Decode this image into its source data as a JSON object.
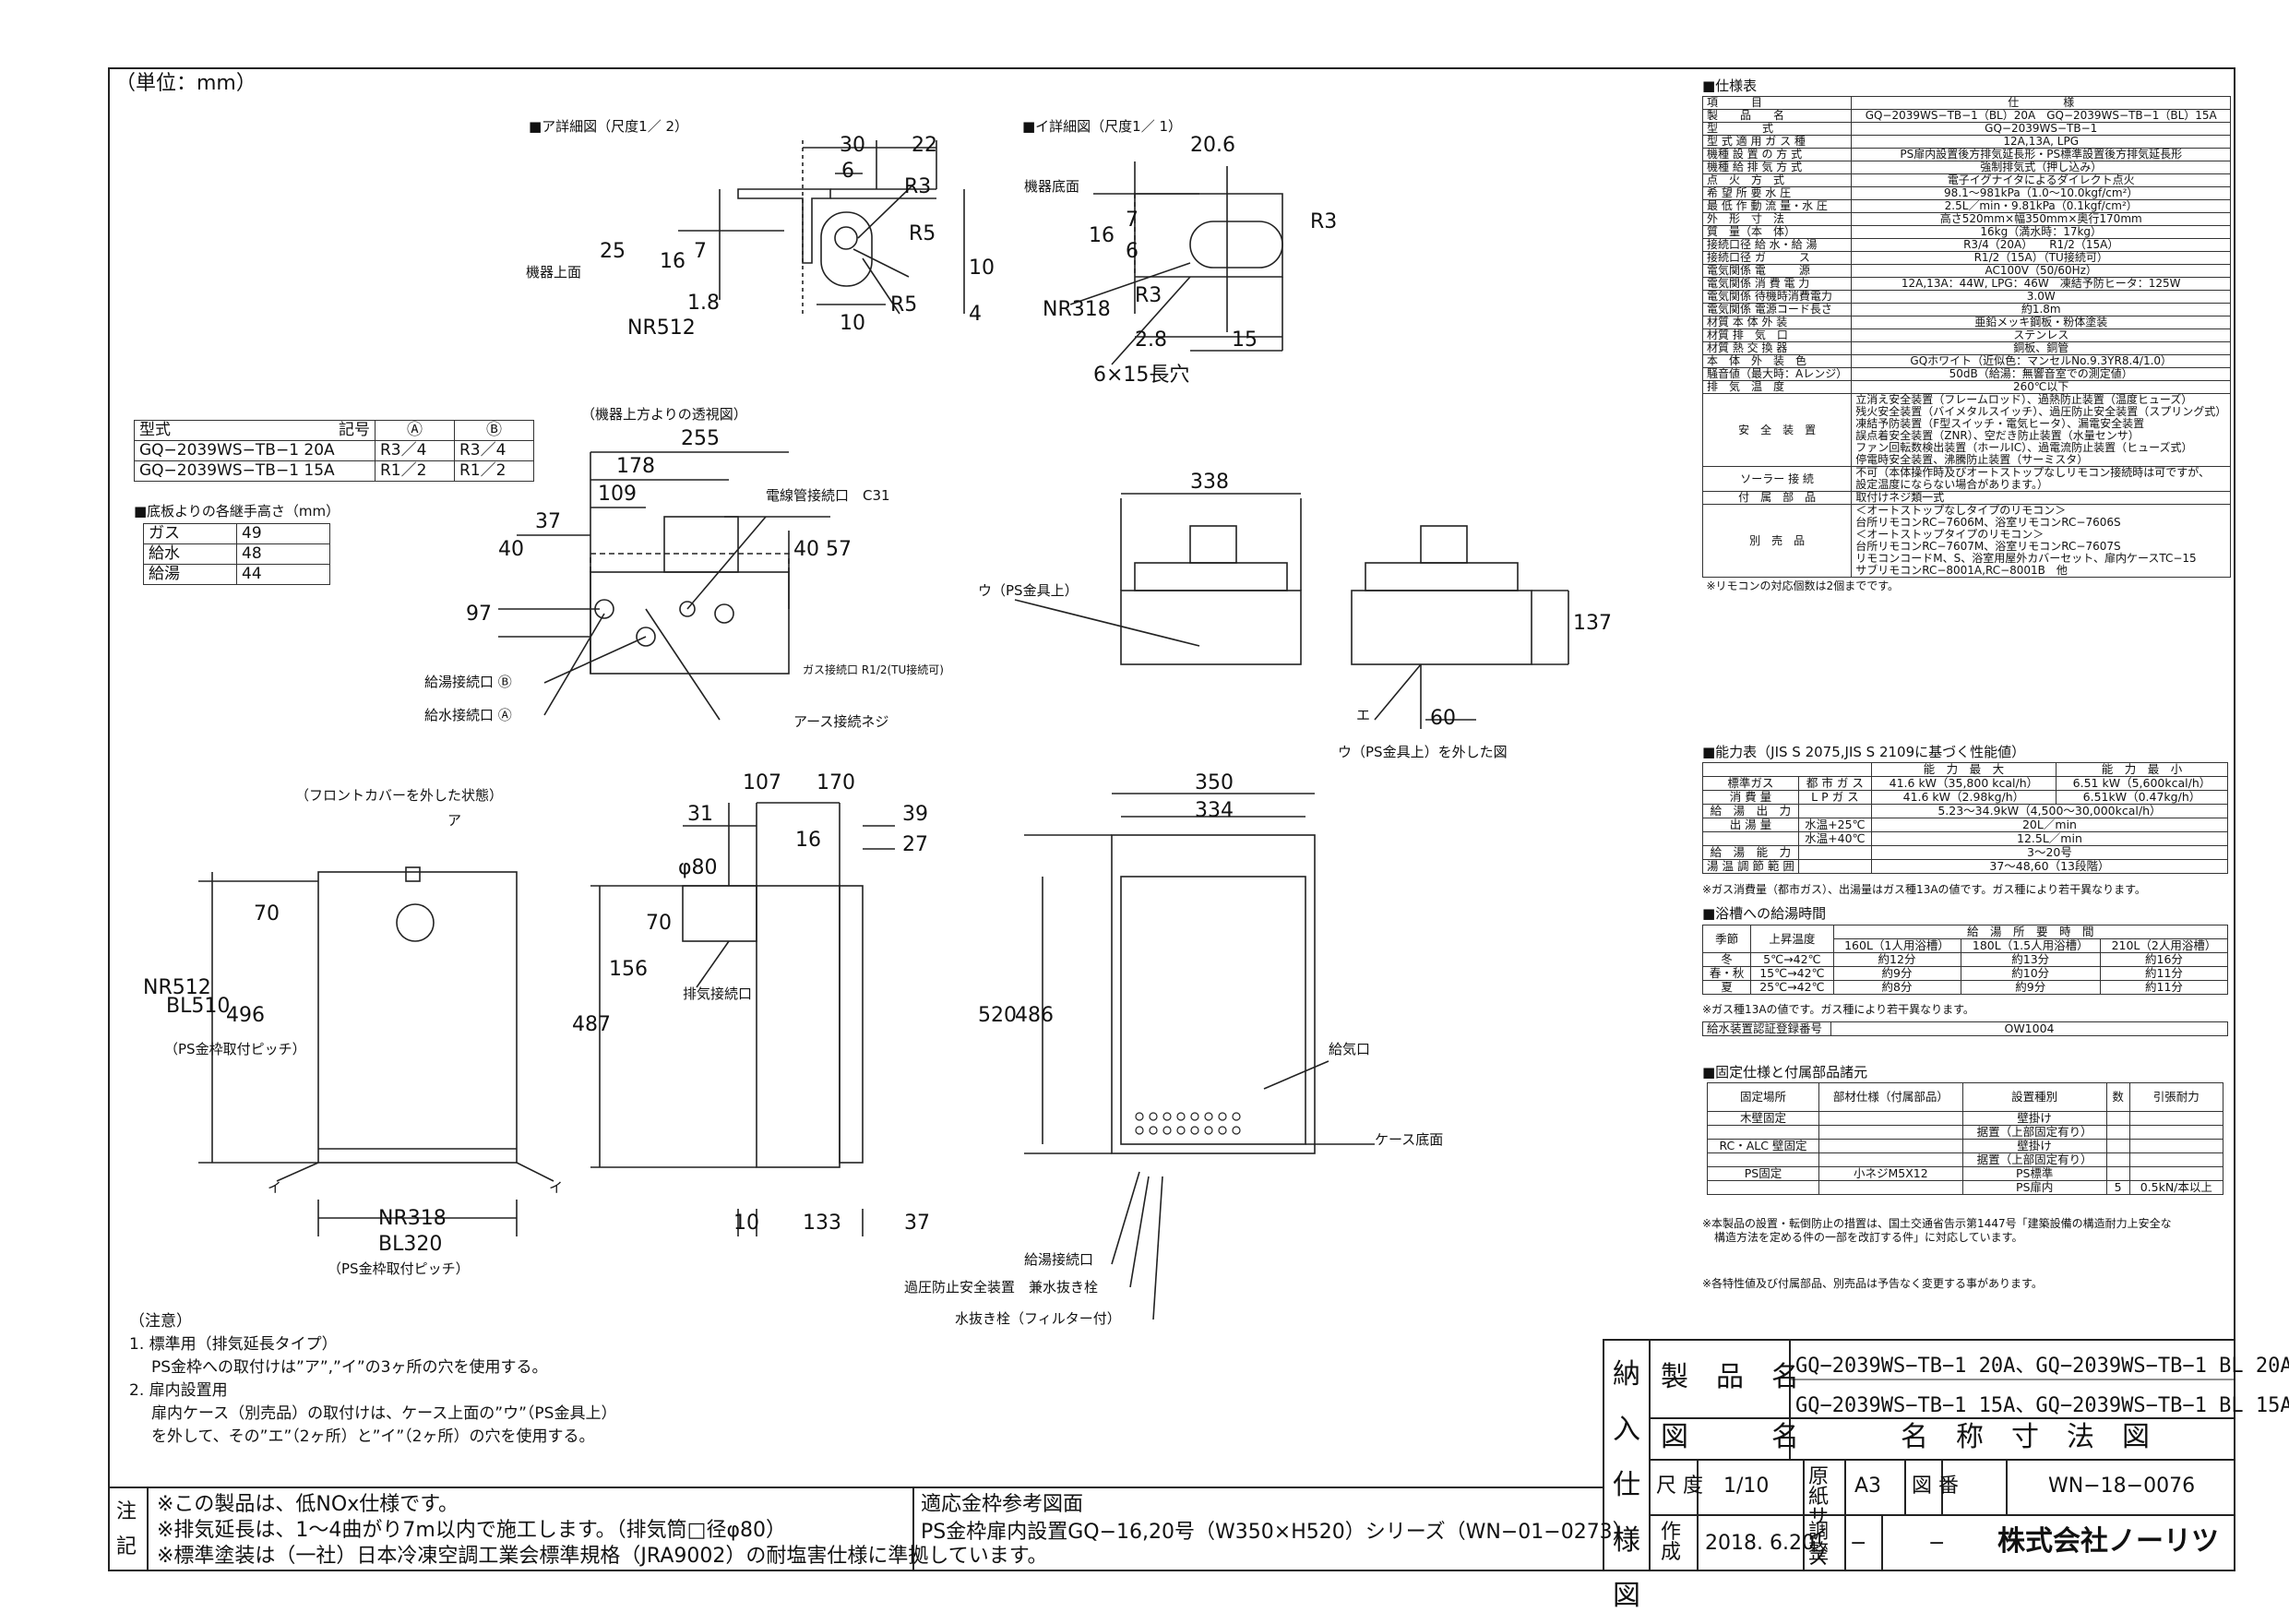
{
  "unit_label": "（単位：mm）",
  "detail_a": {
    "title": "■ア詳細図（尺度1／ 2）",
    "label_top": "機器上面",
    "d30": "30",
    "d22": "22",
    "d6": "6",
    "r3": "R3",
    "r5": "R5",
    "r5b": "R5",
    "d25": "25",
    "d16": "16",
    "d7": "7",
    "d18": "1.8",
    "d10": "10",
    "d10b": "10",
    "d4": "4",
    "nr512": "NR512"
  },
  "detail_i": {
    "title": "■イ詳細図（尺度1／ 1）",
    "label_bottom": "機器底面",
    "d206": "20.6",
    "d16": "16",
    "d7": "7",
    "d6": "6",
    "r3": "R3",
    "r3b": "R3",
    "nr318": "NR318",
    "d28": "2.8",
    "d15": "15",
    "slot": "6×15長穴"
  },
  "model_table": {
    "col_type": "型式",
    "col_sym": "記号",
    "col_a": "Ⓐ",
    "col_b": "Ⓑ",
    "rows": [
      [
        "GQ−2039WS−TB−1 20A",
        "R3／4",
        "R3／4"
      ],
      [
        "GQ−2039WS−TB−1 15A",
        "R1／2",
        "R1／2"
      ]
    ]
  },
  "height_table": {
    "title": "■底板よりの各継手高さ（mm）",
    "rows": [
      [
        "ガス",
        "49"
      ],
      [
        "給水",
        "48"
      ],
      [
        "給湯",
        "44"
      ]
    ]
  },
  "top_view": {
    "title": "（機器上方よりの透視図）",
    "d255": "255",
    "d178": "178",
    "d109": "109",
    "d37": "37",
    "d40": "40",
    "d40b": "40",
    "d57": "57",
    "d97": "97",
    "conduit": "電線管接続口　C31",
    "gas": "ガス接続口 R1/2(TU接続可)",
    "hot": "給湯接続口 Ⓑ",
    "water": "給水接続口 Ⓐ",
    "earth": "アース接続ネジ"
  },
  "upper_right_view": {
    "d338": "338",
    "bracket": "ウ（PS金具上）",
    "d137": "137",
    "e": "エ",
    "d60": "60",
    "removed": "ウ（PS金具上）を外した図"
  },
  "front_view": {
    "title": "（フロントカバーを外した状態）",
    "a": "ア",
    "d70": "70",
    "d496": "496",
    "nr512": "NR512",
    "bl510": "BL510",
    "pitch_v": "（PS金枠取付ピッチ）",
    "i_left": "イ",
    "i_right": "イ",
    "nr318": "NR318",
    "bl320": "BL320",
    "pitch_h": "（PS金枠取付ピッチ）"
  },
  "side_view": {
    "d107": "107",
    "d170": "170",
    "d31": "31",
    "d39": "39",
    "d27": "27",
    "d16": "16",
    "d80": "φ80",
    "d70": "70",
    "d156": "156",
    "d487": "487",
    "exhaust": "排気接続口",
    "d10": "10",
    "d133": "133",
    "d37": "37"
  },
  "case_view": {
    "d350": "350",
    "d334": "334",
    "d520": "520",
    "d486": "486",
    "intake": "給気口",
    "case_bottom": "ケース底面",
    "hot_conn": "給湯接続口",
    "relief": "過圧防止安全装置　兼水抜き栓",
    "drain": "水抜き栓（フィルター付）"
  },
  "spec": {
    "title": "■仕様表",
    "rows": [
      [
        "項　　　目",
        "仕　　　　様"
      ],
      [
        "製　　品　　名",
        "GQ−2039WS−TB−1（BL）20A　GQ−2039WS−TB−1（BL）15A"
      ],
      [
        "型　　　　式",
        "GQ−2039WS−TB−1"
      ],
      [
        "型 式 適 用 ガ ス 種",
        "12A,13A, LPG"
      ],
      [
        "機種 設 置 の 方 式",
        "PS扉内設置後方排気延長形・PS標準設置後方排気延長形"
      ],
      [
        "機種 給 排 気 方 式",
        "強制排気式（押し込み）"
      ],
      [
        "点　火　方　式",
        "電子イグナイタによるダイレクト点火"
      ],
      [
        "希 望 所 要 水 圧",
        "98.1〜981kPa（1.0〜10.0kgf/cm²）"
      ],
      [
        "最 低 作 動 流 量・水 圧",
        "2.5L／min・9.81kPa（0.1kgf/cm²）"
      ],
      [
        "外　形　寸　法",
        "高さ520mm×幅350mm×奥行170mm"
      ],
      [
        "質　量（本　体）",
        "16kg（満水時：17kg）"
      ],
      [
        "接続口径 給 水・給 湯",
        "R3/4（20A）　　R1/2（15A）"
      ],
      [
        "接続口径 ガ　　　ス",
        "R1/2（15A）（TU接続可）"
      ],
      [
        "電気関係 電　　　源",
        "AC100V（50/60Hz）"
      ],
      [
        "電気関係 消 費 電 力",
        "12A,13A：44W, LPG：46W　凍結予防ヒータ：125W"
      ],
      [
        "電気関係 待機時消費電力",
        "3.0W"
      ],
      [
        "電気関係 電源コード長さ",
        "約1.8m"
      ],
      [
        "材質 本 体 外 装",
        "亜鉛メッキ鋼板・粉体塗装"
      ],
      [
        "材質 排　気　口",
        "ステンレス"
      ],
      [
        "材質 熱 交 換 器",
        "銅板、銅管"
      ],
      [
        "本　体　外　装　色",
        "GQホワイト（近似色：マンセルNo.9.3YR8.4/1.0）"
      ],
      [
        "騒音値（最大時：Aレンジ）",
        "50dB（給湯：無響音室での測定値）"
      ],
      [
        "排　気　温　度",
        "260℃以下"
      ]
    ],
    "safety_label": "安　全　装　置",
    "safety": [
      "立消え安全装置（フレームロッド）、過熱防止装置（温度ヒューズ）",
      "残火安全装置（バイメタルスイッチ）、過圧防止安全装置（スプリング式）",
      "凍結予防装置（F型スイッチ・電気ヒータ）、漏電安全装置",
      "誤点着安全装置（ZNR）、空だき防止装置（水量センサ）",
      "ファン回転数検出装置（ホールIC）、過電流防止装置（ヒューズ式）",
      "停電時安全装置、沸騰防止装置（サーミスタ）"
    ],
    "solar_label": "ソーラー 接 続",
    "solar": [
      "不可（本体操作時及びオートストップなしリモコン接続時は可ですが、",
      "設定温度にならない場合があります。）"
    ],
    "accessory_label": "付　属　部　品",
    "accessory": "取付けネジ類一式",
    "option_label": "別　売　品",
    "options": [
      "＜オートストップなしタイプのリモコン＞",
      "台所リモコンRC−7606M、浴室リモコンRC−7606S",
      "＜オートストップタイプのリモコン＞",
      "台所リモコンRC−7607M、浴室リモコンRC−7607S",
      "リモコンコードM、S、浴室用屋外カバーセット、扉内ケースTC−15",
      "サブリモコンRC−8001A,RC−8001B　他"
    ],
    "remote_note": "※リモコンの対応個数は2個までです。"
  },
  "perf": {
    "title": "■能力表（JIS S 2075,JIS S 2109に基づく性能値）",
    "hdr": [
      "能　力　最　大",
      "能　力　最　小"
    ],
    "rows": [
      [
        "標準ガス",
        "都 市 ガ ス",
        "41.6 kW（35,800 kcal/h）",
        "6.51 kW（5,600kcal/h）"
      ],
      [
        "消 費 量",
        "L P ガ ス",
        "41.6 kW（2.98kg/h）",
        "6.51kW（0.47kg/h）"
      ],
      [
        "給　湯　出　力",
        "",
        "5.23〜34.9kW（4,500〜30,000kcal/h）",
        ""
      ],
      [
        "出 湯 量",
        "水温+25℃",
        "20L／min",
        ""
      ],
      [
        "",
        "水温+40℃",
        "12.5L／min",
        ""
      ],
      [
        "給　湯　能　力",
        "",
        "3〜20号",
        ""
      ],
      [
        "湯 温 調 節 範 囲",
        "",
        "37〜48,60（13段階）",
        ""
      ]
    ],
    "note": "※ガス消費量（都市ガス）、出湯量はガス種13Aの値です。ガス種により若干異なります。"
  },
  "bath": {
    "title": "■浴槽への給湯時間",
    "hdr": [
      "季節",
      "上昇温度",
      "給　湯　所　要　時　間",
      "160L（1人用浴槽）",
      "180L（1.5人用浴槽）",
      "210L（2人用浴槽）"
    ],
    "rows": [
      [
        "冬",
        "5℃→42℃",
        "約12分",
        "約13分",
        "約16分"
      ],
      [
        "春・秋",
        "15℃→42℃",
        "約9分",
        "約10分",
        "約11分"
      ],
      [
        "夏",
        "25℃→42℃",
        "約8分",
        "約9分",
        "約11分"
      ]
    ],
    "note": "※ガス種13Aの値です。ガス種により若干異なります。",
    "cert_label": "給水装置認証登録番号",
    "cert": "OW1004"
  },
  "fix": {
    "title": "■固定仕様と付属部品諸元",
    "hdr": [
      "固定場所",
      "部材仕様（付属部品）",
      "設置種別",
      "数",
      "引張耐力"
    ],
    "rows": [
      [
        "木壁固定",
        "",
        "壁掛け",
        "",
        ""
      ],
      [
        "",
        "",
        "据置（上部固定有り）",
        "",
        ""
      ],
      [
        "RC・ALC 壁固定",
        "",
        "壁掛け",
        "",
        ""
      ],
      [
        "",
        "",
        "据置（上部固定有り）",
        "",
        ""
      ],
      [
        "PS固定",
        "小ネジM5X12",
        "PS標準",
        "",
        ""
      ],
      [
        "",
        "",
        "PS扉内",
        "5",
        "0.5kN/本以上"
      ]
    ],
    "note1": "※本製品の設置・転倒防止の措置は、国土交通省告示第1447号「建築設備の構造耐力上安全な",
    "note2": "構造方法を定める件の一部を改訂する件」に対応しています。",
    "note3": "※各特性値及び付属部品、別売品は予告なく変更する事があります。"
  },
  "notes": {
    "title": "（注意）",
    "lines": [
      "1. 標準用（排気延長タイプ）",
      "PS金枠への取付けは”ア”,”イ”の3ヶ所の穴を使用する。",
      "2. 扉内設置用",
      "扉内ケース（別売品）の取付けは、ケース上面の”ウ”（PS金具上）",
      "を外して、その”エ”（2ヶ所）と”イ”（2ヶ所）の穴を使用する。"
    ]
  },
  "footer_notes": {
    "label": "注記",
    "lines": [
      "※この製品は、低NOx仕様です。",
      "※排気延長は、1〜4曲がり7m以内で施工します。（排気筒□径φ80）",
      "※標準塗装は（一社）日本冷凍空調工業会標準規格（JRA9002）の耐塩害仕様に準拠しています。"
    ]
  },
  "frame_ref": {
    "title": "適応金枠参考図面",
    "text": "PS金枠扉内設置GQ−16,20号（W350×H520）シリーズ（WN−01−0273）"
  },
  "title_block": {
    "side": "納入仕様図",
    "product_label": "製　品　名",
    "product1": "GQ−2039WS−TB−1 20A、GQ−2039WS−TB−1 BL 20A",
    "product2": "GQ−2039WS−TB−1 15A、GQ−2039WS−TB−1 BL 15A",
    "drawing_label": "図　　　名",
    "drawing_name": "名　称　寸　法　図",
    "scale_label": "尺 度",
    "scale": "1/10",
    "paper_label": "原 紙 サイズ",
    "paper": "A3",
    "drawing_no_label": "図 番",
    "drawing_no": "WN−18−0076",
    "made_label": "作 成",
    "date": "2018. 6.20",
    "adjust_label": "調 整",
    "adj1": "−",
    "adj2": "−",
    "company": "株式会社ノーリツ"
  }
}
